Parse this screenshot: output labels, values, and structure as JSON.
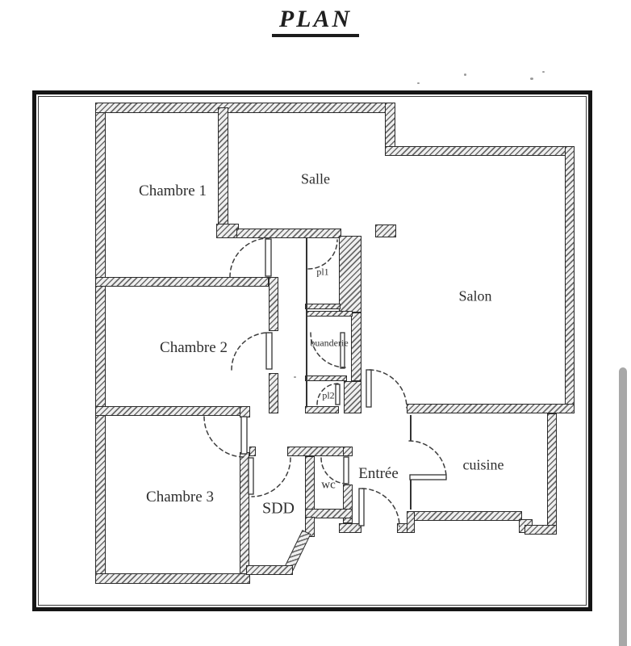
{
  "title": "PLAN",
  "plan": {
    "rooms": [
      {
        "id": "chambre1",
        "label": "Chambre 1"
      },
      {
        "id": "salle",
        "label": "Salle"
      },
      {
        "id": "salon",
        "label": "Salon"
      },
      {
        "id": "chambre2",
        "label": "Chambre 2"
      },
      {
        "id": "pl1",
        "label": "pl1"
      },
      {
        "id": "buanderie",
        "label": "buanderie"
      },
      {
        "id": "pl2",
        "label": "pl2"
      },
      {
        "id": "chambre3",
        "label": "Chambre 3"
      },
      {
        "id": "sdd",
        "label": "SDD"
      },
      {
        "id": "wc",
        "label": "wc"
      },
      {
        "id": "entree",
        "label": "Entrée"
      },
      {
        "id": "cuisine",
        "label": "cuisine"
      }
    ]
  },
  "colors": {
    "ink": "#1f1f1f",
    "wall_line": "#2b2b2b",
    "hatch": "#6a6a6a",
    "paper": "#ffffff",
    "label": "#2e2e2e",
    "scrollbar_thumb": "#a8a8a8"
  }
}
